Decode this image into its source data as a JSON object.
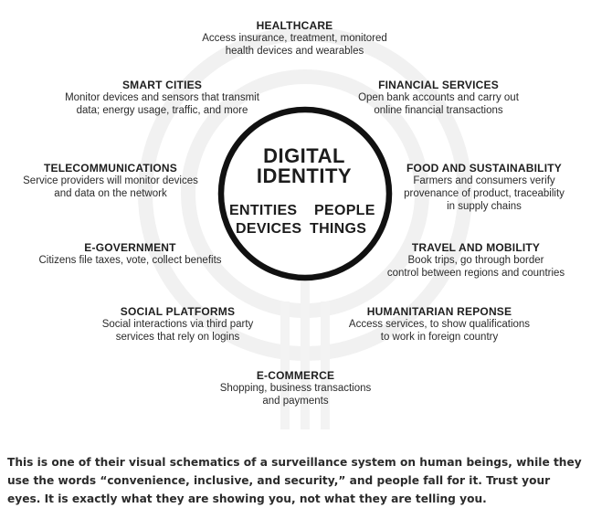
{
  "diagram": {
    "center": {
      "title": "DIGITAL\nIDENTITY",
      "words": [
        "ENTITIES",
        "PEOPLE",
        "DEVICES",
        "THINGS"
      ]
    },
    "nodes": [
      {
        "title": "HEALTHCARE",
        "desc": "Access insurance, treatment, monitored\nhealth devices and wearables"
      },
      {
        "title": "FINANCIAL SERVICES",
        "desc": "Open bank accounts and carry out\nonline financial transactions"
      },
      {
        "title": "FOOD AND SUSTAINABILITY",
        "desc": "Farmers and consumers verify\nprovenance of product, traceability\nin supply chains"
      },
      {
        "title": "TRAVEL AND MOBILITY",
        "desc": "Book trips, go through border\ncontrol between regions and countries"
      },
      {
        "title": "HUMANITARIAN REPONSE",
        "desc": "Access services, to show qualifications\nto work in foreign country"
      },
      {
        "title": "E-COMMERCE",
        "desc": "Shopping, business transactions\nand payments"
      },
      {
        "title": "SOCIAL PLATFORMS",
        "desc": "Social interactions via third party\nservices that rely on logins"
      },
      {
        "title": "E-GOVERNMENT",
        "desc": "Citizens file taxes, vote, collect benefits"
      },
      {
        "title": "TELECOMMUNICATIONS",
        "desc": "Service providers will monitor devices\nand data on the network"
      },
      {
        "title": "SMART CITIES",
        "desc": "Monitor devices and sensors that transmit\ndata; energy usage, traffic, and more"
      }
    ]
  },
  "caption": "This is one of their visual schematics of a surveillance system on human beings, while they use the words “convenience, inclusive, and security,” and people fall for it. Trust your eyes. It is exactly what they are showing you, not what they are telling you."
}
